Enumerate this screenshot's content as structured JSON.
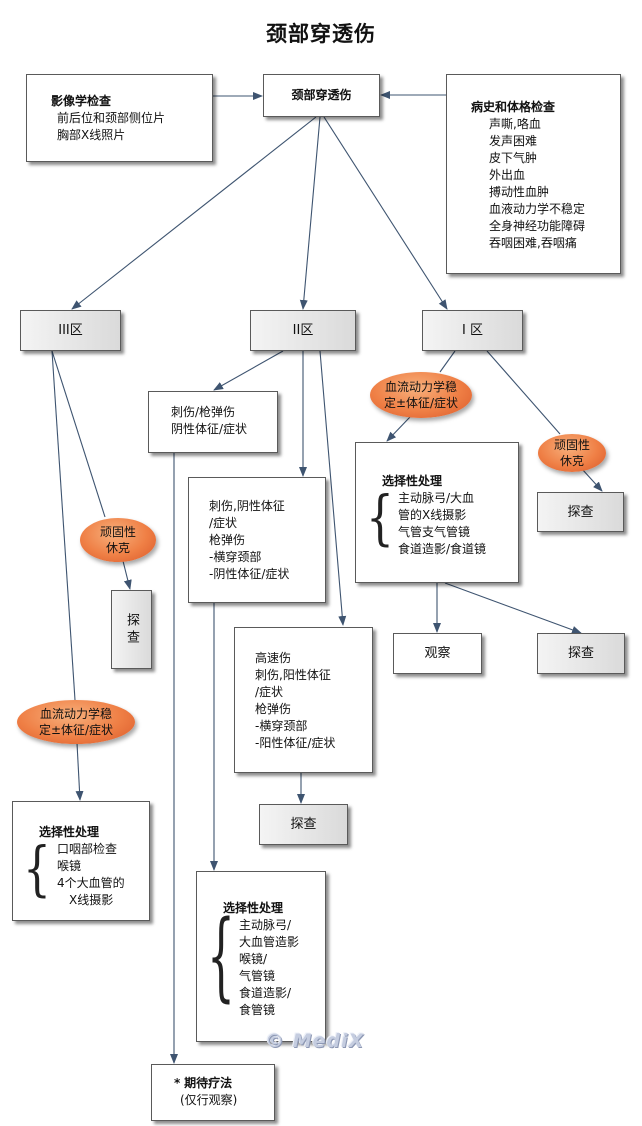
{
  "title": "颈部穿透伤",
  "nodes": {
    "root": "颈部穿透伤",
    "imaging": {
      "heading": "影像学检查",
      "items": [
        "前后位和颈部侧位片",
        "胸部X线照片"
      ]
    },
    "history": {
      "heading": "病史和体格检查",
      "items": [
        "声嘶,咯血",
        "发声困难",
        "皮下气肿",
        "外出血",
        "搏动性血肿",
        "血液动力学不稳定",
        "全身神经功能障碍",
        "吞咽困难,吞咽痛"
      ]
    },
    "zone3": "III区",
    "zone2": "II区",
    "zone1": "I 区",
    "z1_oval_unstable": [
      "血流动力学稳",
      "定±体征/症状"
    ],
    "z1_oval_stubborn": [
      "顽固性",
      "休克"
    ],
    "z1_selective": {
      "heading": "选择性处理",
      "items": [
        "主动脉弓/大血",
        "管的X线摄影",
        "气管支气管镜",
        "食道造影/食道镜"
      ]
    },
    "z1_explore": "探查",
    "z1_observe": "观察",
    "z1_explore2": "探查",
    "z2_stab": [
      "刺伤/枪弹伤",
      "阴性体征/症状"
    ],
    "z2_neg": [
      "刺伤,阴性体征",
      "/症状",
      "枪弹伤",
      "-横穿颈部",
      "-阴性体征/症状"
    ],
    "z2_pos": [
      "高速伤",
      "刺伤,阳性体征",
      "/症状",
      "枪弹伤",
      "-横穿颈部",
      "-阳性体征/症状"
    ],
    "z2_explore": "探查",
    "z2_selective": {
      "heading": "选择性处理",
      "items": [
        "主动脉弓/",
        "大血管造影",
        "喉镜/",
        "气管镜",
        "食道造影/",
        "食管镜"
      ]
    },
    "z2_expectant": {
      "heading": "期待疗法",
      "star": "*",
      "sub": "(仅行观察)"
    },
    "z3_oval_stubborn": [
      "顽固性",
      "休克"
    ],
    "z3_explore": "探查",
    "z3_oval_stable": [
      "血流动力学稳",
      "定±体征/症状"
    ],
    "z3_selective": {
      "heading": "选择性处理",
      "items": [
        "口咽部检查",
        "喉镜",
        "4个大血管的",
        "X线摄影"
      ]
    }
  },
  "watermark": "© MediX",
  "colors": {
    "line": "#3e5470",
    "oval": "#ef7f45",
    "box_border": "#5a5a5a"
  }
}
